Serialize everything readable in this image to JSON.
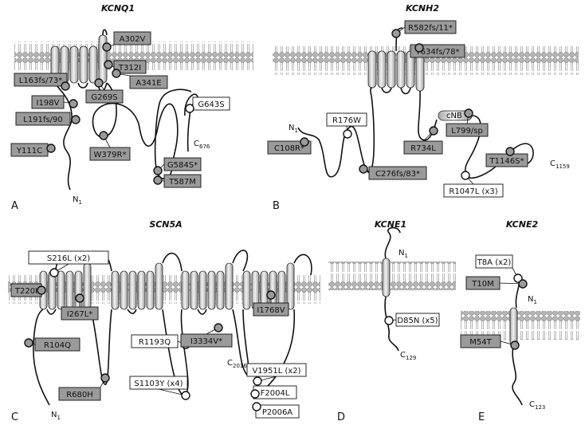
{
  "panels": {
    "A": {
      "title": "KCNQ1",
      "letter": "A",
      "n_term": "N",
      "n_sub": "1",
      "c_term": "C",
      "c_sub": "676"
    },
    "B": {
      "title": "KCNH2",
      "letter": "B",
      "n_term": "N",
      "n_sub": "1",
      "c_term": "C",
      "c_sub": "1159",
      "domain_label": "cNB"
    },
    "C": {
      "title": "SCN5A",
      "letter": "C",
      "n_term": "N",
      "n_sub": "1",
      "c_term": "C",
      "c_sub": "2016"
    },
    "D": {
      "title": "KCNE1",
      "letter": "D",
      "n_term": "N",
      "n_sub": "1",
      "c_term": "C",
      "c_sub": "129"
    },
    "E": {
      "title": "KCNE2",
      "letter": "E",
      "n_term": "N",
      "n_sub": "1",
      "c_term": "C",
      "c_sub": "123"
    }
  },
  "mutations": {
    "A": [
      {
        "label": "A302V",
        "shaded": true
      },
      {
        "label": "T312I",
        "shaded": true
      },
      {
        "label": "A341E",
        "shaded": true
      },
      {
        "label": "L163fs/73*",
        "shaded": true
      },
      {
        "label": "G269S",
        "shaded": true
      },
      {
        "label": "I198V",
        "shaded": true
      },
      {
        "label": "G643S",
        "shaded": false
      },
      {
        "label": "L191fs/90",
        "shaded": true
      },
      {
        "label": "Y111C",
        "shaded": true
      },
      {
        "label": "W379R*",
        "shaded": true
      },
      {
        "label": "G584S*",
        "shaded": true
      },
      {
        "label": "T587M",
        "shaded": true
      }
    ],
    "B": [
      {
        "label": "R582fs/11*",
        "shaded": true
      },
      {
        "label": "T634fs/78*",
        "shaded": true
      },
      {
        "label": "R176W",
        "shaded": false
      },
      {
        "label": "L799/sp",
        "shaded": true
      },
      {
        "label": "C108R*",
        "shaded": true
      },
      {
        "label": "R734L",
        "shaded": true
      },
      {
        "label": "T1146S*",
        "shaded": true
      },
      {
        "label": "C276fs/83*",
        "shaded": true
      },
      {
        "label": "R1047L (x3)",
        "shaded": false
      }
    ],
    "C": [
      {
        "label": "S216L (x2)",
        "shaded": false
      },
      {
        "label": "T220I",
        "shaded": true
      },
      {
        "label": "I267L*",
        "shaded": true
      },
      {
        "label": "I1768V",
        "shaded": true
      },
      {
        "label": "R104Q",
        "shaded": true
      },
      {
        "label": "R1193Q",
        "shaded": false
      },
      {
        "label": "I3334V*",
        "shaded": true
      },
      {
        "label": "S1103Y (x4)",
        "shaded": false
      },
      {
        "label": "V1951L (x2)",
        "shaded": false
      },
      {
        "label": "R680H",
        "shaded": true
      },
      {
        "label": "F2004L",
        "shaded": false
      },
      {
        "label": "P2006A",
        "shaded": false
      }
    ],
    "D": [
      {
        "label": "D85N (x5)",
        "shaded": false
      }
    ],
    "E": [
      {
        "label": "T8A (x2)",
        "shaded": false
      },
      {
        "label": "T10M",
        "shaded": true
      },
      {
        "label": "M54T",
        "shaded": true
      }
    ]
  },
  "colors": {
    "shaded_box": "#9a9a9a",
    "open_box": "#ffffff",
    "lipid": "#b5b5b5",
    "helix": "#cfcfcf"
  }
}
